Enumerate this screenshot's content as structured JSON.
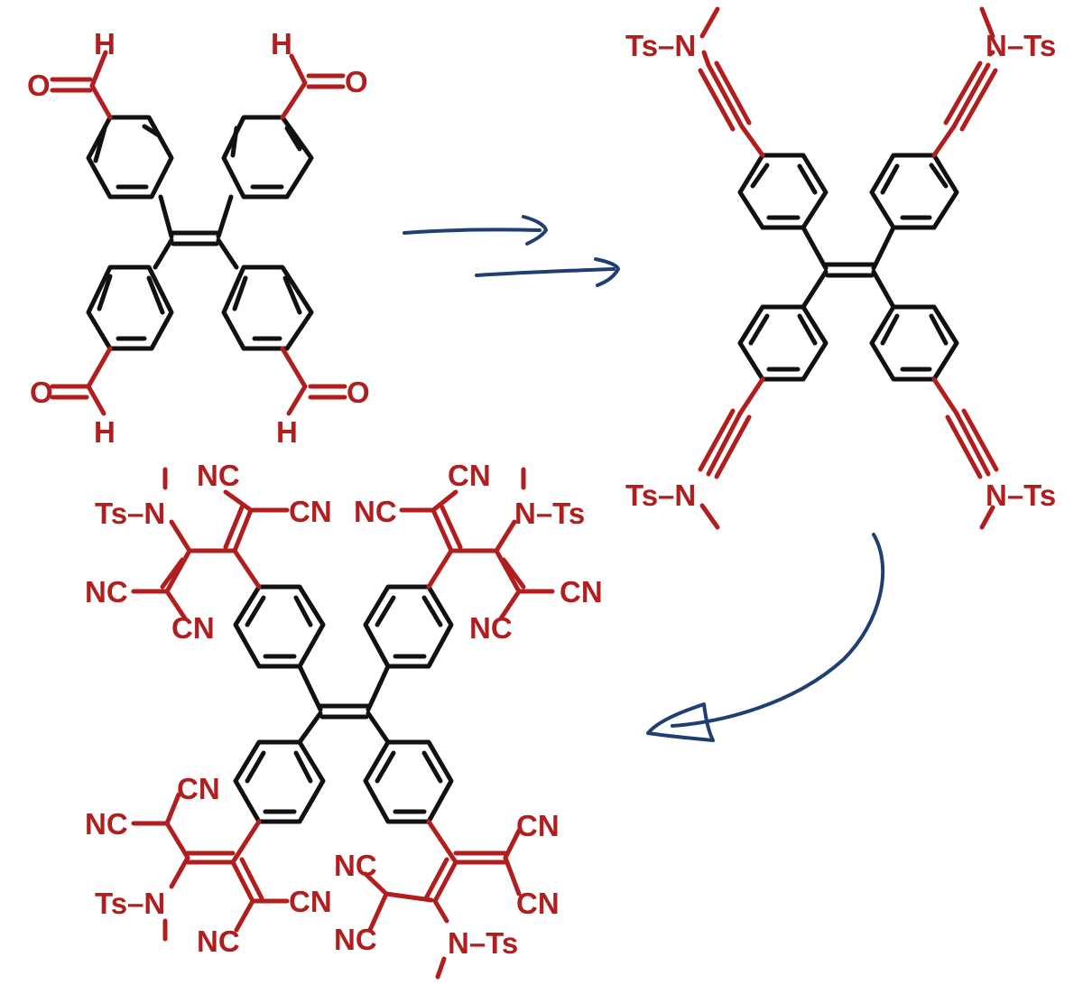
{
  "colors": {
    "skeleton": "#111111",
    "substituent": "#b01e1e",
    "arrow": "#1f3f73"
  },
  "labels": {
    "h": "H",
    "o": "O",
    "ts_n": "Ts–N",
    "n_ts": "N–Ts",
    "nc": "NC",
    "cn": "CN"
  },
  "molecules": {
    "aldehyde": {
      "icon": "tetrakis-formylphenyl-ethylene-structure"
    },
    "ynamide": {
      "icon": "tetrakis-ynamide-phenyl-ethylene-structure"
    },
    "tcbd_product": {
      "icon": "tetrakis-tetracyanobutadiene-phenyl-ethylene-structure"
    }
  },
  "arrows": [
    "double-reaction-arrow-icon",
    "curved-reaction-arrow-icon"
  ]
}
